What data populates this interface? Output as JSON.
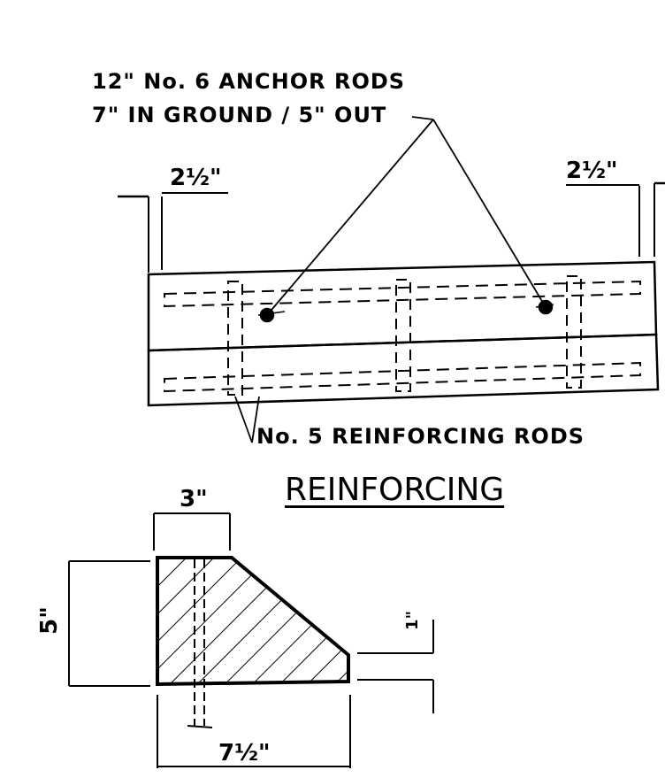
{
  "labels": {
    "anchor_line1": "12\" No. 6 ANCHOR RODS",
    "anchor_line2": "7\" IN GROUND / 5\" OUT",
    "dim_left": "2½\"",
    "dim_right": "2½\"",
    "reinforcing_rods": "No. 5 REINFORCING RODS",
    "title": "REINFORCING",
    "section_top_width": "3\"",
    "section_height": "5\"",
    "section_bottom_width": "7½\"",
    "section_small_dim": "1\""
  },
  "colors": {
    "ink": "#000000",
    "paper": "#ffffff"
  }
}
